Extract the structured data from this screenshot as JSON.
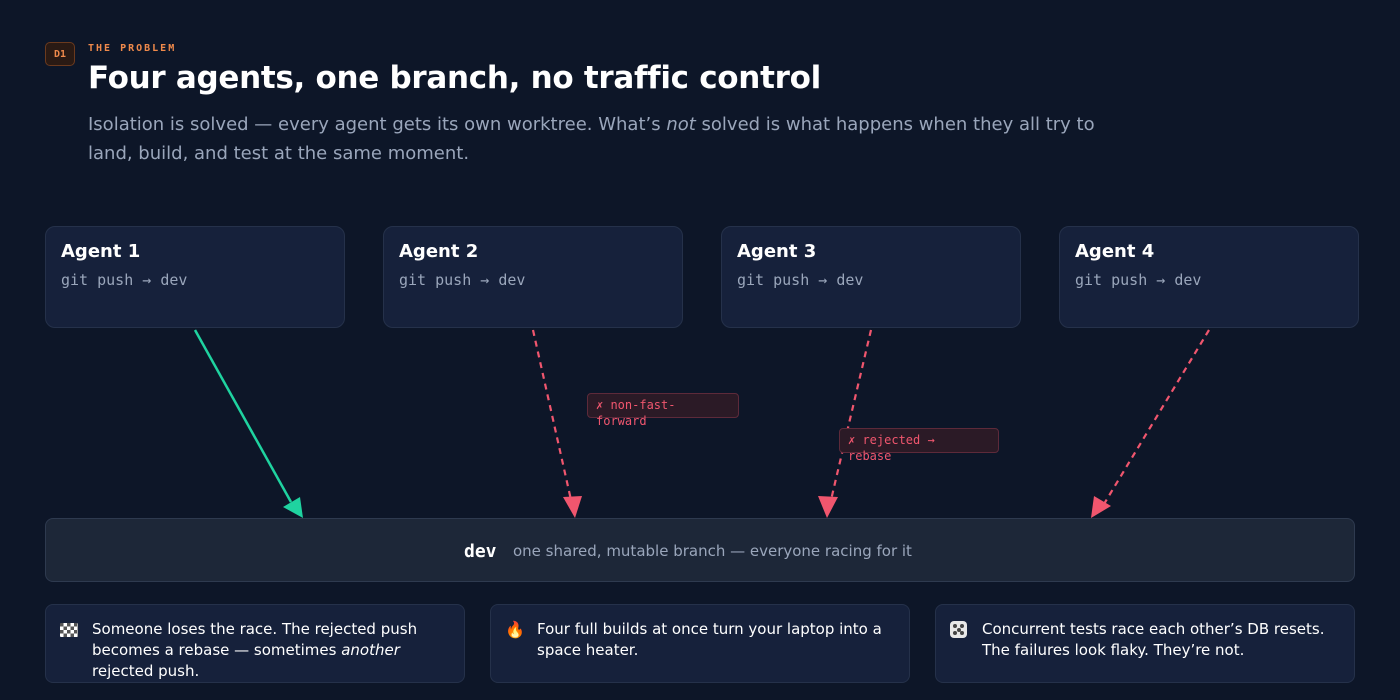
{
  "header": {
    "badge": "D1",
    "eyebrow": "THE PROBLEM",
    "title": "Four agents, one branch, no traffic control",
    "subtitle_before": "Isolation is solved — every agent gets its own worktree. What’s ",
    "subtitle_em": "not",
    "subtitle_after": " solved is what happens when they all try to land, build, and test at the same moment."
  },
  "agents": [
    {
      "name": "Agent 1",
      "command": "git push → dev",
      "status": "accepted"
    },
    {
      "name": "Agent 2",
      "command": "git push → dev",
      "status": "rejected"
    },
    {
      "name": "Agent 3",
      "command": "git push → dev",
      "status": "rejected"
    },
    {
      "name": "Agent 4",
      "command": "git push → dev",
      "status": "rejected"
    }
  ],
  "rejections": [
    {
      "label": "✗ non-fast-\nforward"
    },
    {
      "label": "✗ rejected →\nrebase"
    }
  ],
  "branch": {
    "name": "dev",
    "description": "one shared, mutable branch — everyone racing for it"
  },
  "notes": [
    {
      "icon": "checkered-flag-icon",
      "before": "Someone loses the race. The rejected push becomes a rebase — sometimes ",
      "em": "another",
      "after": " rejected push."
    },
    {
      "icon": "fire-icon",
      "text": "Four full builds at once turn your laptop into a space heater."
    },
    {
      "icon": "dice-icon",
      "text": "Concurrent tests race each other’s DB resets. The failures look flaky. They’re not."
    }
  ],
  "colors": {
    "accent": "#f08a4b",
    "success": "#1fd3a0",
    "danger": "#f0566e",
    "background": "#0d1628"
  }
}
